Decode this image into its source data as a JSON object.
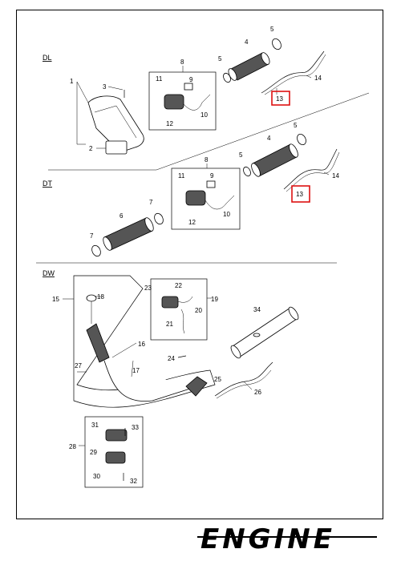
{
  "sections": {
    "dl": "DL",
    "dt": "DT",
    "dw": "DW"
  },
  "highlight_color": "#dd1111",
  "callouts": {
    "dl": [
      "1",
      "2",
      "3",
      "4",
      "5",
      "8",
      "9",
      "10",
      "11",
      "12",
      "13",
      "14"
    ],
    "dt": [
      "4",
      "5",
      "6",
      "7",
      "7",
      "8",
      "9",
      "10",
      "11",
      "12",
      "13",
      "14"
    ],
    "dw": [
      "15",
      "16",
      "17",
      "18",
      "19",
      "20",
      "21",
      "22",
      "23",
      "24",
      "25",
      "26",
      "27",
      "28",
      "29",
      "30",
      "31",
      "32",
      "33",
      "34"
    ]
  },
  "highlighted_callouts": [
    "13",
    "13"
  ],
  "brand": "ENGINE"
}
